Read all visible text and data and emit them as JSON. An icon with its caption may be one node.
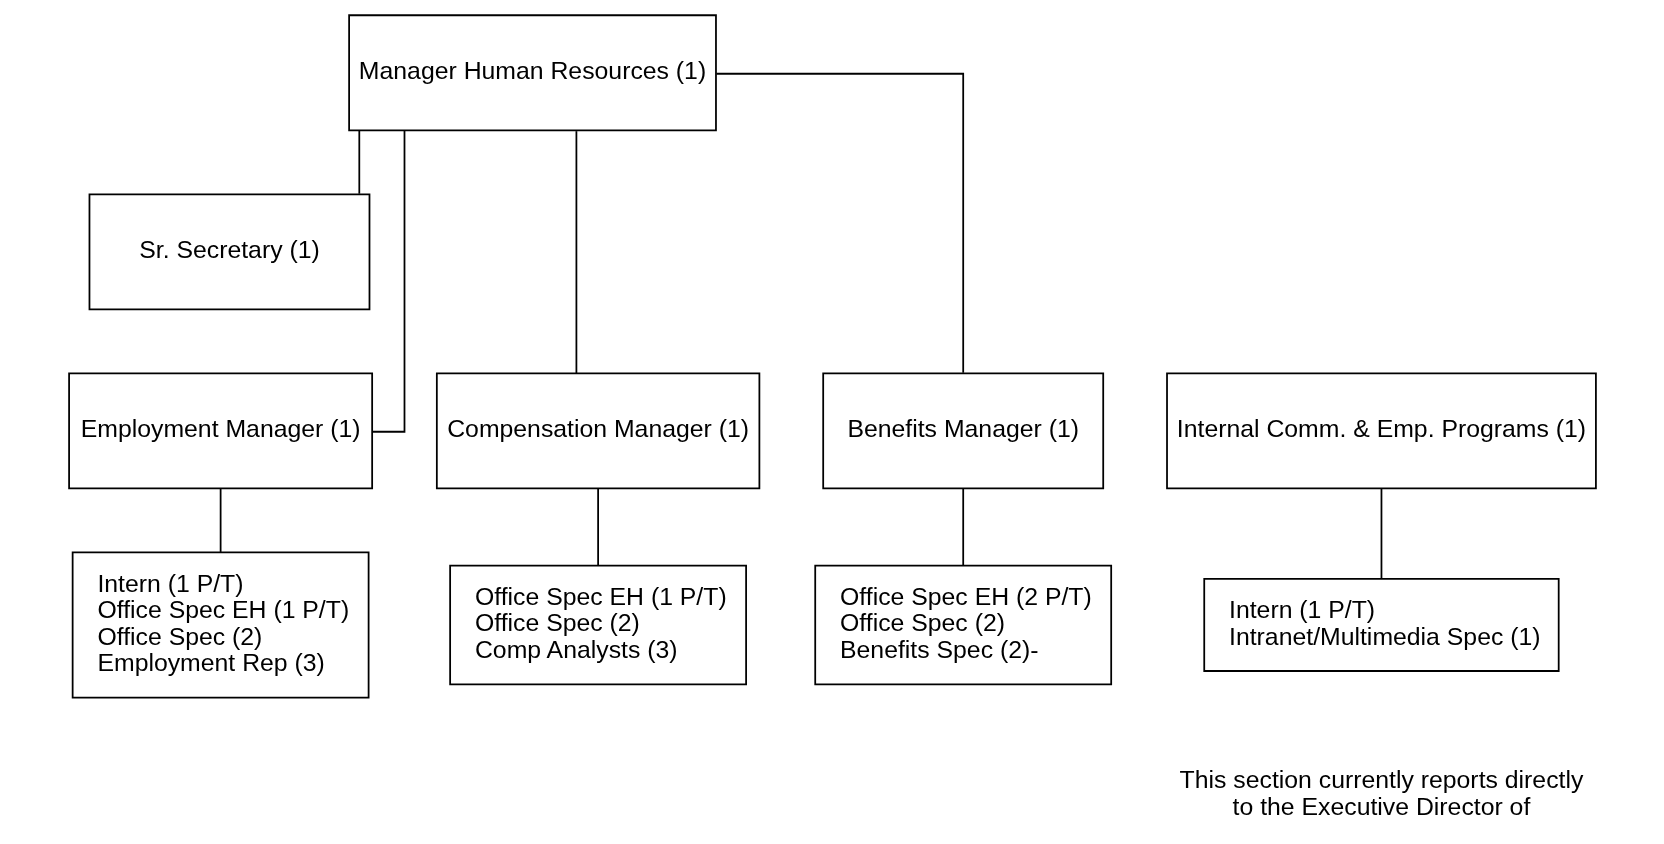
{
  "diagram": {
    "nodes": [
      {
        "text": [
          "Manager Human Resources (1)"
        ]
      },
      {
        "text": [
          "Sr. Secretary (1)"
        ]
      },
      {
        "text": [
          "Employment Manager (1)"
        ]
      },
      {
        "text": [
          "Compensation Manager (1)"
        ]
      },
      {
        "text": [
          "Benefits Manager (1)"
        ]
      },
      {
        "text": [
          "Internal Comm. & Emp. Programs (1)"
        ]
      },
      {
        "text": [
          "Intern (1 P/T)",
          "Office Spec EH (1 P/T)",
          "Office Spec (2)",
          "Employment Rep (3)"
        ]
      },
      {
        "text": [
          "Office Spec EH (1 P/T)",
          "Office Spec (2)",
          "Comp Analysts (3)"
        ]
      },
      {
        "text": [
          "Office Spec EH (2 P/T)",
          "Office Spec (2)",
          "Benefits Spec (2)-"
        ]
      },
      {
        "text": [
          "Intern (1 P/T)",
          "Intranet/Multimedia Spec (1)"
        ]
      }
    ],
    "edges": [
      {
        "from": 0,
        "to": 1,
        "arrow": "none"
      },
      {
        "from": 0,
        "to": 2,
        "arrow": "none"
      },
      {
        "from": 0,
        "to": 3,
        "arrow": "none"
      },
      {
        "from": 0,
        "to": 4,
        "arrow": "none"
      },
      {
        "from": 2,
        "to": 6,
        "arrow": "none"
      },
      {
        "from": 3,
        "to": 7,
        "arrow": "none"
      },
      {
        "from": 4,
        "to": 8,
        "arrow": "none"
      },
      {
        "from": 5,
        "to": 9,
        "arrow": "none"
      }
    ],
    "labels": [
      "This section currently reports directly to the Executive Director of"
    ]
  }
}
